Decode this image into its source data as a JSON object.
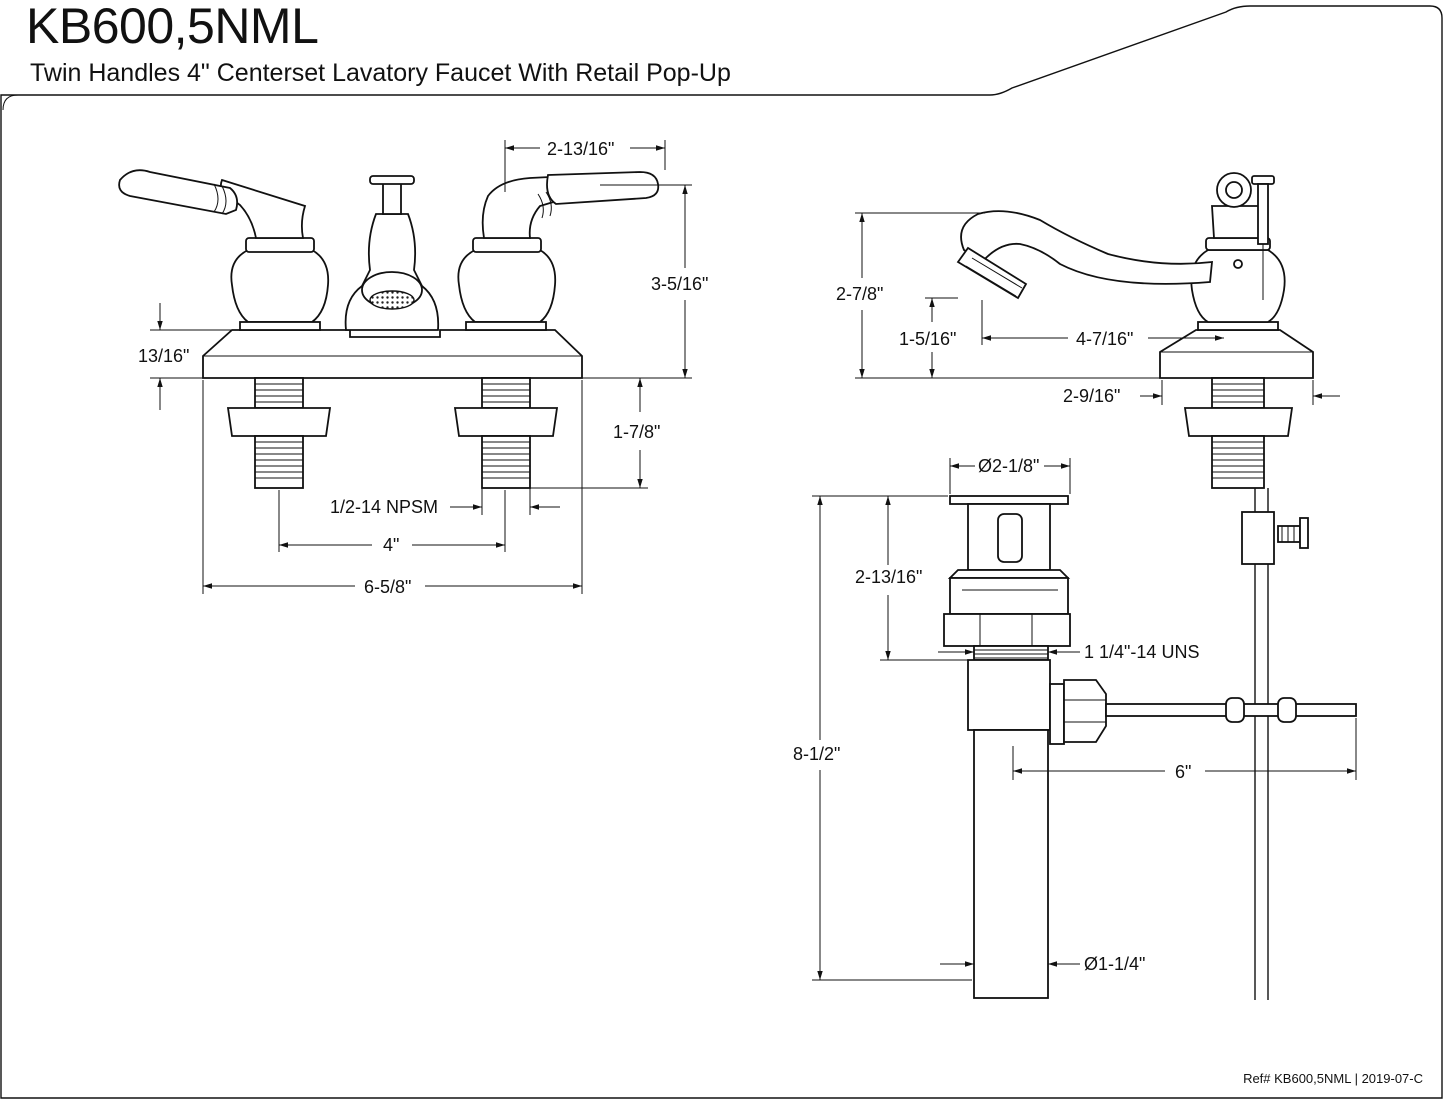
{
  "header": {
    "model": "KB600,5NML",
    "description": "Twin Handles 4\" Centerset Lavatory Faucet With Retail Pop-Up"
  },
  "footer": {
    "reference": "Ref# KB600,5NML | 2019-07-C"
  },
  "dimensions": {
    "front_handle_spacing": "2-13/16\"",
    "front_height": "3-5/16\"",
    "front_base_height": "13/16\"",
    "front_shank_length": "1-7/8\"",
    "front_thread": "1/2-14 NPSM",
    "front_center": "4\"",
    "front_width": "6-5/8\"",
    "side_height": "2-7/8\"",
    "side_spout_clearance": "1-5/16\"",
    "side_spout_reach": "4-7/16\"",
    "side_base_depth": "2-9/16\"",
    "drain_flange_dia": "Ø2-1/8\"",
    "drain_body_height": "2-13/16\"",
    "drain_thread": "1 1/4\"-14 UNS",
    "drain_total_length": "8-1/2\"",
    "drain_rod_length": "6\"",
    "drain_tail_dia": "Ø1-1/4\""
  }
}
